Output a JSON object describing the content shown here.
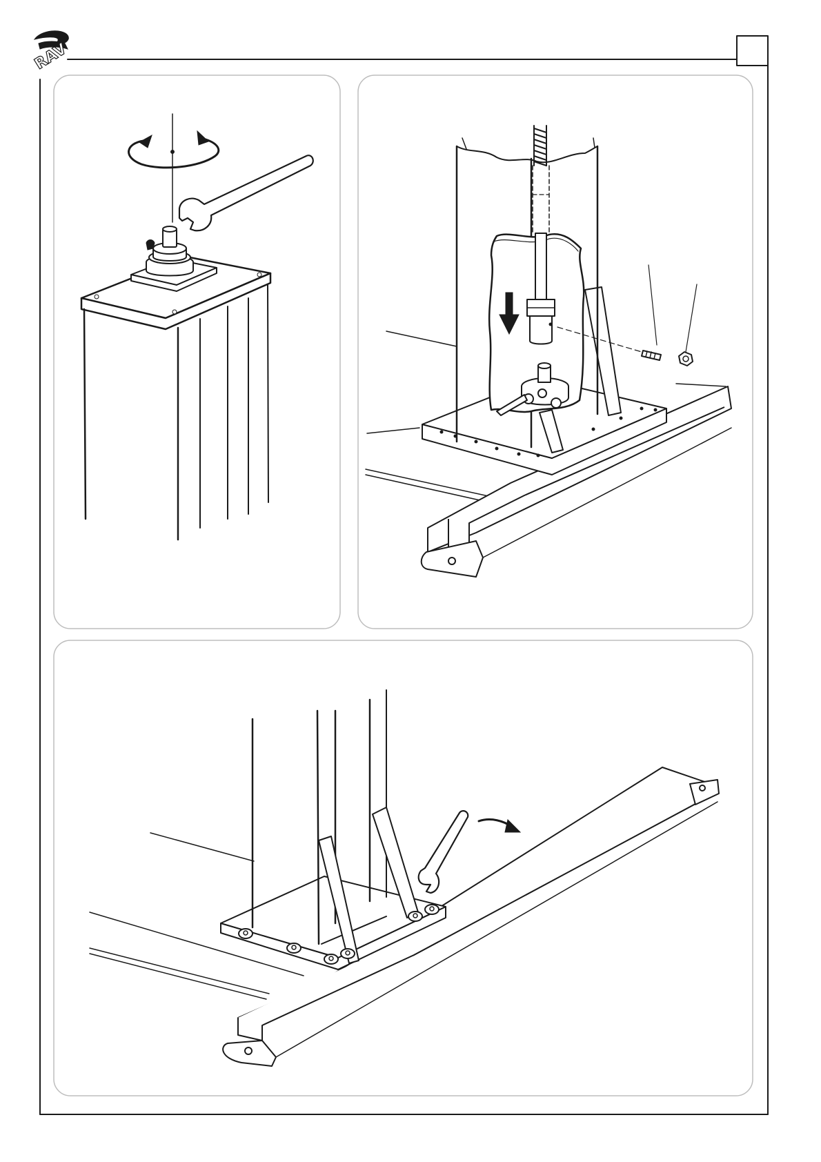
{
  "header": {
    "logo_text": "RAV",
    "page_number": ""
  },
  "panels": [
    {
      "name": "column-top-tightening",
      "icons": [
        "rotation-arrow-icon",
        "wrench-icon"
      ]
    },
    {
      "name": "column-cutaway-screw-coupling",
      "icons": [
        "down-arrow-icon",
        "pin-icon",
        "nut-icon"
      ]
    },
    {
      "name": "column-base-bolting",
      "icons": [
        "wrench-icon",
        "curved-arrow-icon"
      ]
    }
  ],
  "colors": {
    "line": "#1a1a1a",
    "frame": "#1a1a1a",
    "panel_border": "#bdbdbd",
    "background": "#ffffff"
  }
}
